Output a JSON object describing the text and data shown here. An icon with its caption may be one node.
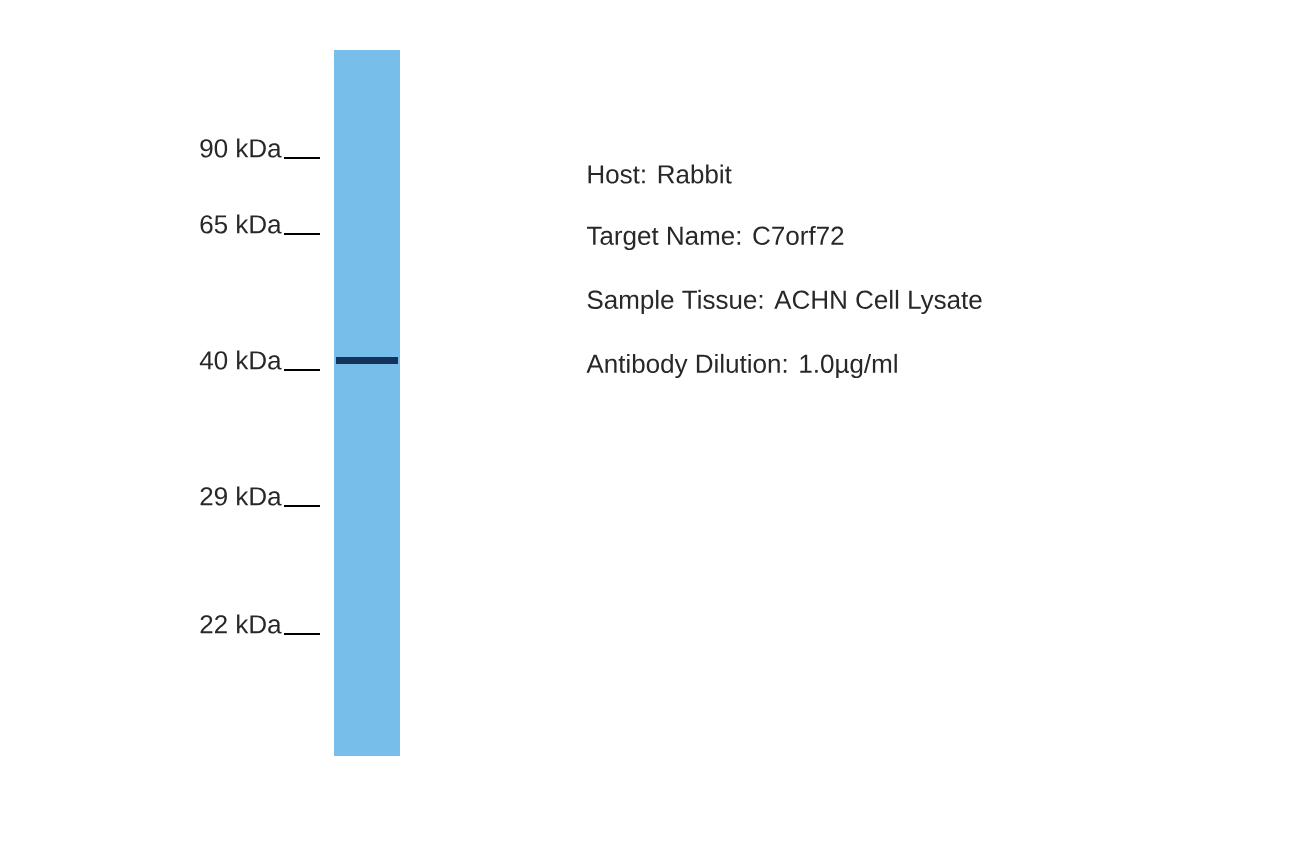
{
  "diagram": {
    "labels": [
      "90 kDa",
      "65 kDa",
      "40 kDa",
      "29 kDa",
      "22 kDa",
      "Host: Rabbit",
      "Target Name: C7orf72",
      "Sample Tissue: ACHN Cell Lysate",
      "Antibody Dilution: 1.0µg/ml"
    ]
  }
}
